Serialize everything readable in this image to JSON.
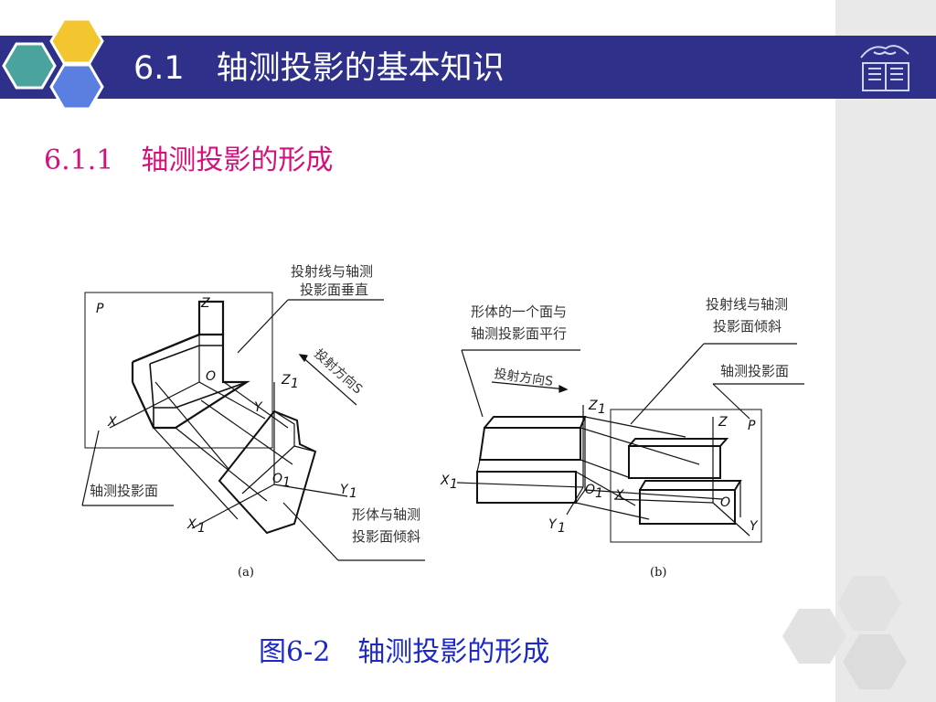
{
  "header": {
    "title": "6.1　轴测投影的基本知识"
  },
  "section": {
    "subtitle": "6.1.1　轴测投影的形成"
  },
  "figure": {
    "caption": "图6-2　轴测投影的形成",
    "panel_a": {
      "sublabel": "(a)",
      "label_perpendicular": [
        "投射线与轴测",
        "投影面垂直"
      ],
      "label_direction": "投射方向S",
      "label_plane": "轴测投影面",
      "label_inclined": [
        "形体与轴测",
        "投影面倾斜"
      ],
      "axes": {
        "P": "P",
        "Z": "Z",
        "O": "O",
        "X": "X",
        "Y": "Y",
        "Z1": "Z",
        "O1": "O",
        "X1": "X",
        "Y1": "Y",
        "sub": "1"
      }
    },
    "panel_b": {
      "sublabel": "(b)",
      "label_parallel": [
        "形体的一个面与",
        "轴测投影面平行"
      ],
      "label_direction": "投射方向S",
      "label_inclined": [
        "投射线与轴测",
        "投影面倾斜"
      ],
      "label_plane": "轴测投影面",
      "axes": {
        "P": "P",
        "Z": "Z",
        "O": "O",
        "X": "X",
        "Y": "Y",
        "Z1": "Z",
        "O1": "O",
        "X1": "X",
        "Y1": "Y",
        "sub": "1"
      }
    }
  },
  "colors": {
    "title_bar": "#2e3089",
    "subtitle": "#d4127e",
    "caption": "#1c28c8",
    "sidebar": "#e9e9e9",
    "hex_teal": "#4aa39c",
    "hex_yellow": "#f3c52f",
    "hex_blue": "#5a7fe0"
  },
  "icons": [
    "hexagon-cluster-icon",
    "dragon-book-logo-icon",
    "decorative-hexagons-icon"
  ]
}
